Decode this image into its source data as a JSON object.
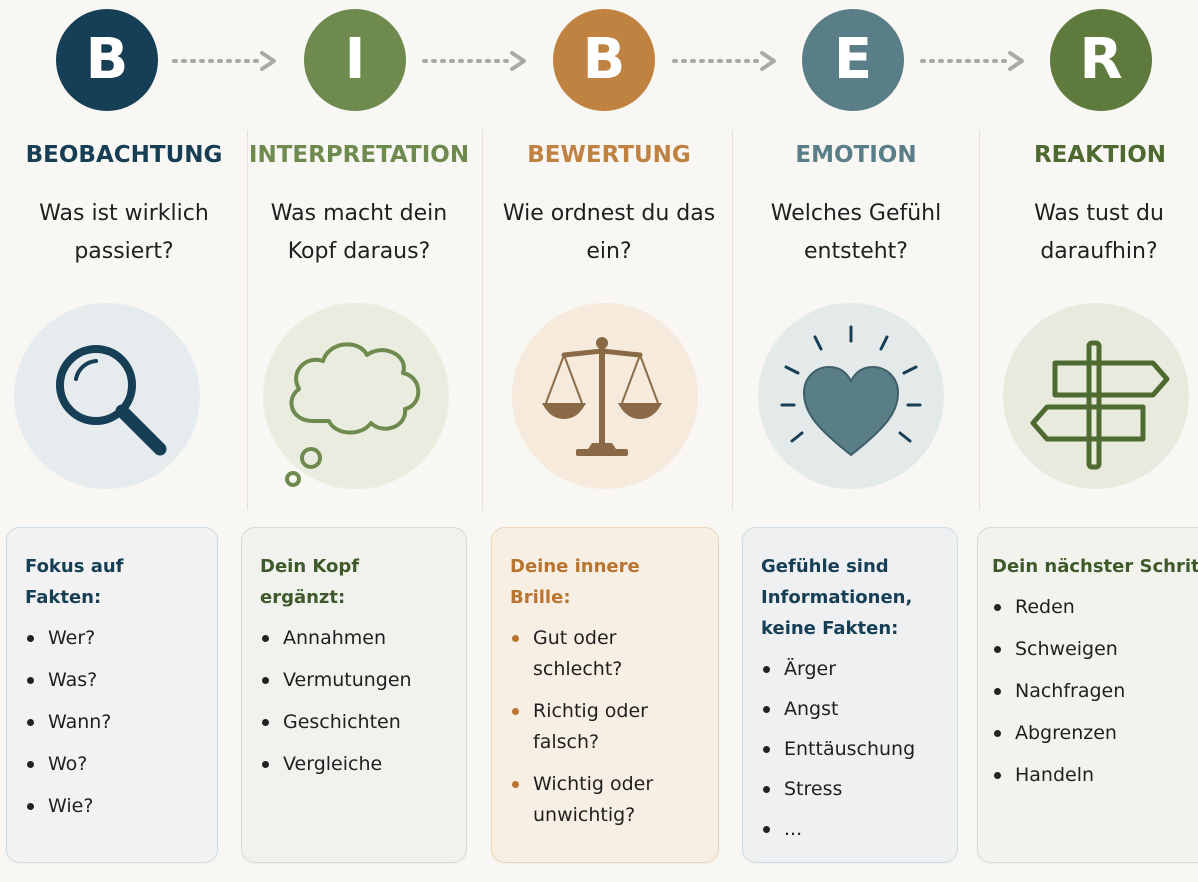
{
  "steps": [
    {
      "letter": "B",
      "title": "BEOBACHTUNG",
      "question": "Was ist wirklich passiert?",
      "icon": "magnifier-icon",
      "color": "#163f56",
      "card_title": "Fokus auf Fakten:",
      "items": [
        "Wer?",
        "Was?",
        "Wann?",
        "Wo?",
        "Wie?"
      ]
    },
    {
      "letter": "I",
      "title": "INTERPRETATION",
      "question": "Was macht dein Kopf daraus?",
      "icon": "thought-cloud-icon",
      "color": "#6e8a4f",
      "card_title": "Dein Kopf ergänzt:",
      "items": [
        "Annahmen",
        "Vermutungen",
        "Geschichten",
        "Vergleiche"
      ]
    },
    {
      "letter": "B",
      "title": "BEWERTUNG",
      "question": "Wie ordnest du das ein?",
      "icon": "scale-icon",
      "color": "#c08240",
      "card_title": "Deine innere Brille:",
      "items": [
        "Gut oder schlecht?",
        "Richtig oder falsch?",
        "Wichtig oder unwichtig?"
      ]
    },
    {
      "letter": "E",
      "title": "EMOTION",
      "question": "Welches Gefühl entsteht?",
      "icon": "heart-icon",
      "color": "#5a7e88",
      "card_title": "Gefühle sind Informationen, keine Fakten:",
      "items": [
        "Ärger",
        "Angst",
        "Enttäuschung",
        "Stress",
        "..."
      ]
    },
    {
      "letter": "R",
      "title": "REAKTION",
      "question": "Was tust du daraufhin?",
      "icon": "signpost-icon",
      "color": "#5e7a3c",
      "card_title": "Dein nächster Schritt:",
      "items": [
        "Reden",
        "Schweigen",
        "Nachfragen",
        "Abgrenzen",
        "Handeln"
      ]
    }
  ]
}
